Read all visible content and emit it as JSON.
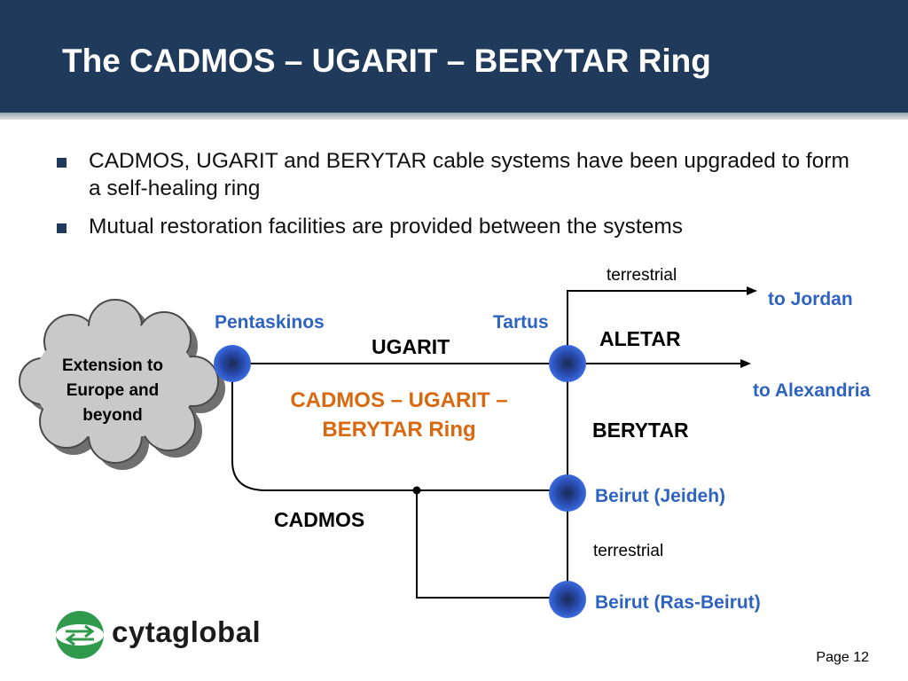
{
  "slide": {
    "title": "The CADMOS – UGARIT – BERYTAR Ring",
    "bullets": [
      "CADMOS, UGARIT and BERYTAR cable systems have been upgraded to form a self-healing ring",
      "Mutual restoration facilities are provided between the systems"
    ],
    "page": "Page 12"
  },
  "diagram": {
    "cloud_text": "Extension to Europe and beyond",
    "nodes": {
      "pentaskinos": "Pentaskinos",
      "tartus": "Tartus",
      "beirut_jeideh": "Beirut (Jeideh)",
      "beirut_ras_beirut": "Beirut (Ras-Beirut)"
    },
    "cables": {
      "ugarit": "UGARIT",
      "aletar": "ALETAR",
      "berytar": "BERYTAR",
      "cadmos": "CADMOS"
    },
    "destinations": {
      "jordan": "to Jordan",
      "alexandria": "to Alexandria"
    },
    "terrestrial_top": "terrestrial",
    "terrestrial_bottom": "terrestrial",
    "ring_label": "CADMOS – UGARIT – BERYTAR Ring"
  },
  "logo": {
    "text": "cytaglobal"
  },
  "colors": {
    "header_bg": "#1f3a5a",
    "node_label_blue": "#2e63c2",
    "ring_label_orange": "#d9680f",
    "node_blue": "#2e5fcf"
  }
}
